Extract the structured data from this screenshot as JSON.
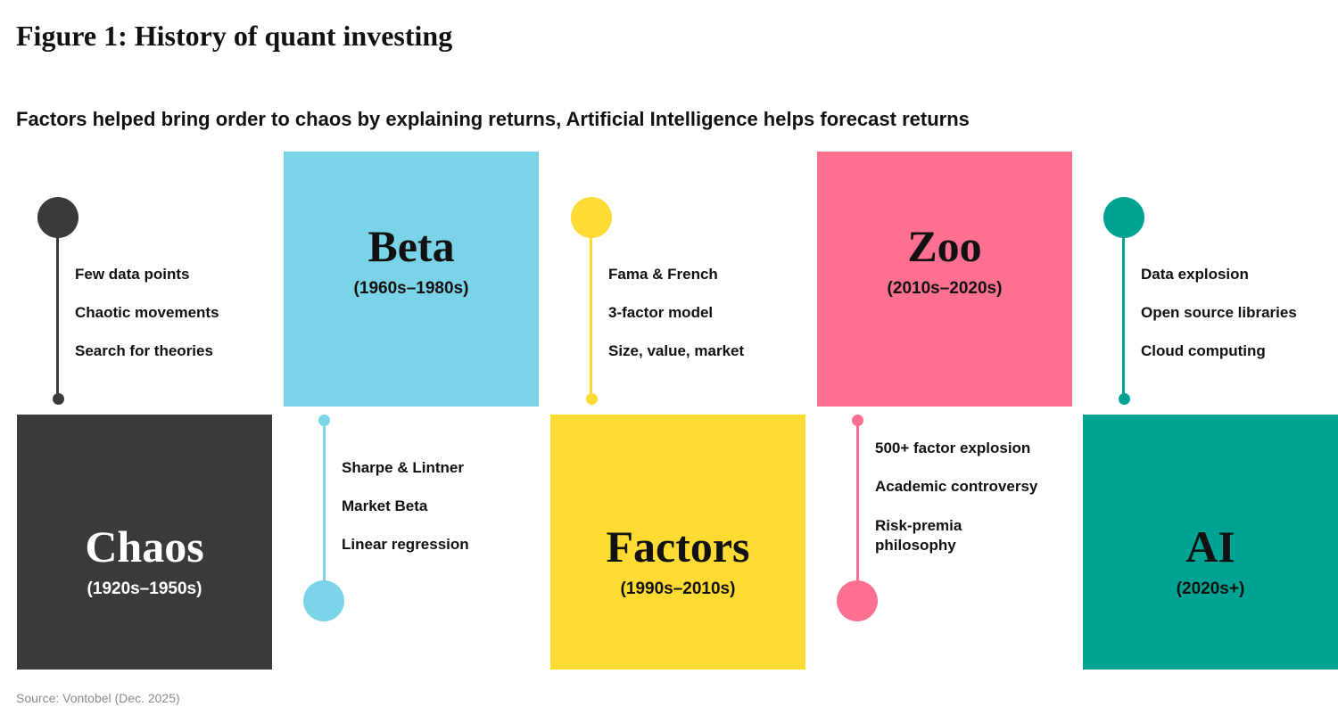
{
  "title": "Figure 1: History of quant investing",
  "subtitle": "Factors helped bring order to chaos by explaining returns, Artificial Intelligence helps forecast returns",
  "colors": {
    "chaos": "#3a3b38",
    "beta": "#7ad3e6",
    "factors": "#fddb33",
    "zoo": "#fd7090",
    "ai": "#00a293"
  },
  "eras": [
    {
      "name": "Chaos",
      "period": "(1920s–1950s)",
      "items": [
        "Few data points",
        "Chaotic movements",
        "Search for theories"
      ]
    },
    {
      "name": "Beta",
      "period": "(1960s–1980s)",
      "items": [
        "Sharpe & Lintner",
        "Market Beta",
        "Linear regression"
      ]
    },
    {
      "name": "Factors",
      "period": "(1990s–2010s)",
      "items": [
        "Fama & French",
        "3-factor model",
        "Size, value, market"
      ]
    },
    {
      "name": "Zoo",
      "period": "(2010s–2020s)",
      "items": [
        "500+ factor explosion",
        "Academic controversy",
        "Risk-premia philosophy"
      ]
    },
    {
      "name": "AI",
      "period": "(2020s+)",
      "items": [
        "Data explosion",
        "Open source libraries",
        "Cloud computing"
      ]
    }
  ],
  "source": "Source: Vontobel (Dec. 2025)"
}
